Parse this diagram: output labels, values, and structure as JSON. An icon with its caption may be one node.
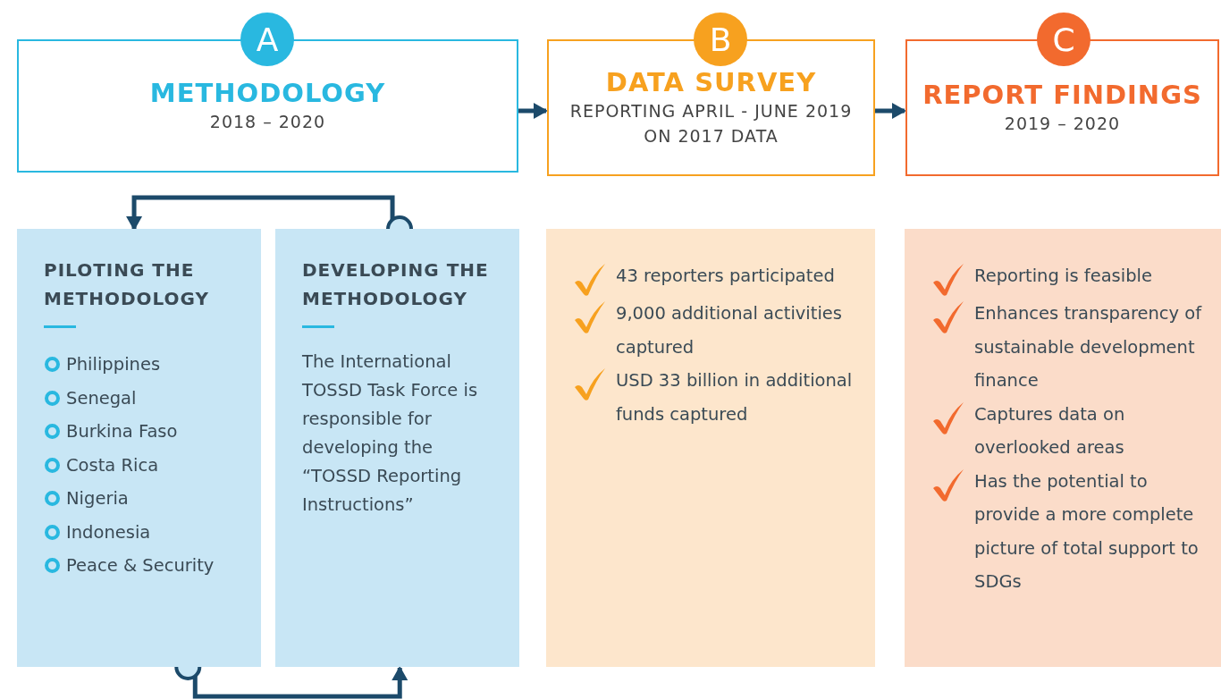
{
  "diagram": {
    "nodes": [
      {
        "text": [
          "A"
        ]
      },
      {
        "text": [
          "METHODOLOGY",
          "2018 – 2020"
        ]
      },
      {
        "text": [
          "B"
        ]
      },
      {
        "text": [
          "DATA SURVEY",
          "REPORTING APRIL - JUNE 2019 ON 2017 DATA"
        ]
      },
      {
        "text": [
          "C"
        ]
      },
      {
        "text": [
          "REPORT FINDINGS",
          "2019 – 2020"
        ]
      },
      {
        "text": [
          "PILOTING THE METHODOLOGY",
          "Philippines",
          "Senegal",
          "Burkina Faso",
          "Costa Rica",
          "Nigeria",
          "Indonesia",
          "Peace & Security"
        ]
      },
      {
        "text": [
          "DEVELOPING THE METHODOLOGY",
          "The International TOSSD Task Force is responsible for developing the “TOSSD Reporting Instructions”"
        ]
      },
      {
        "text": [
          "43 reporters participated",
          "9,000 additional activities captured",
          "USD 33 billion in additional funds captured"
        ]
      },
      {
        "text": [
          "Reporting is feasible",
          "Enhances transparency of sustainable development finance",
          "Captures data on overlooked areas",
          "Has the potential to provide a more complete picture of total support to SDGs"
        ]
      }
    ],
    "edges": [
      {
        "from": 1,
        "to": 3,
        "arrow": "to"
      },
      {
        "from": 3,
        "to": 5,
        "arrow": "to"
      },
      {
        "from": 7,
        "to": 6,
        "arrow": "to"
      },
      {
        "from": 6,
        "to": 7,
        "arrow": "to"
      }
    ]
  }
}
